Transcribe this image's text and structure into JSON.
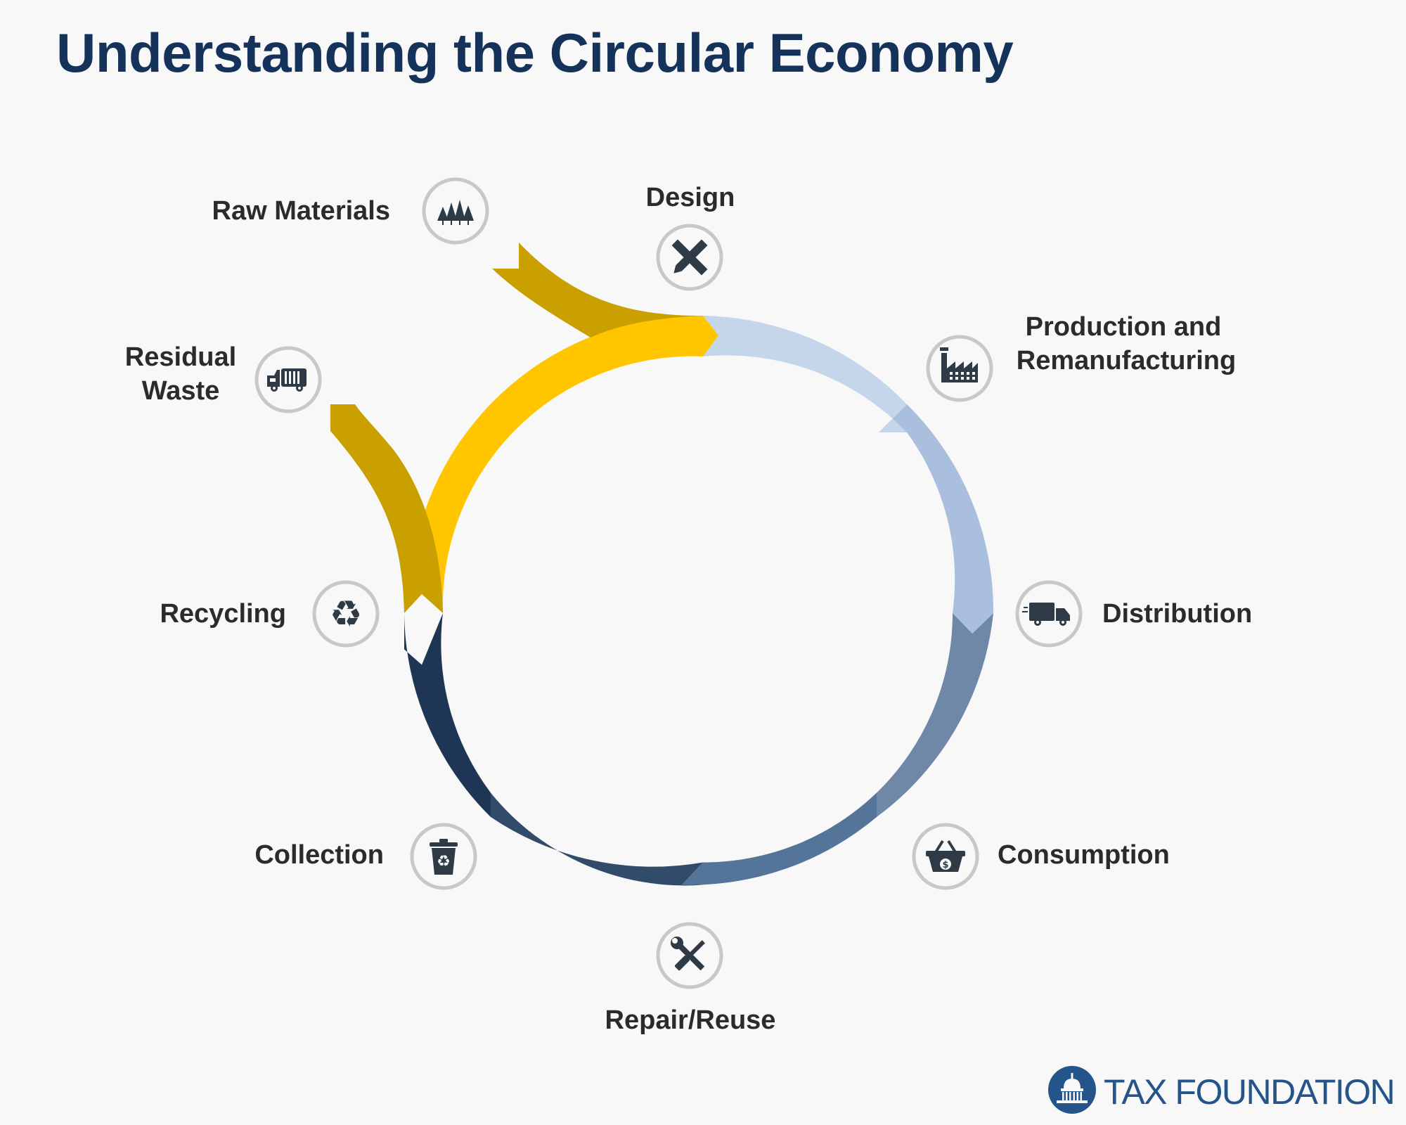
{
  "title": "Understanding the Circular Economy",
  "stages": {
    "raw_materials": "Raw Materials",
    "design": "Design",
    "production_line1": "Production and",
    "production_line2": "Remanufacturing",
    "distribution": "Distribution",
    "consumption": "Consumption",
    "repair": "Repair/Reuse",
    "collection": "Collection",
    "recycling": "Recycling",
    "residual_line1": "Residual",
    "residual_line2": "Waste"
  },
  "icons": {
    "raw_materials": "trees-icon",
    "design": "pencil-ruler-icon",
    "production": "factory-icon",
    "distribution": "delivery-truck-icon",
    "consumption": "shopping-basket-icon",
    "repair": "wrench-screwdriver-icon",
    "collection": "recycle-bin-icon",
    "recycling": "recycle-icon",
    "residual_waste": "garbage-truck-icon"
  },
  "colors": {
    "title": "#14325a",
    "raw_materials_arrow": "#c9a000",
    "design_arrow": "#ffc600",
    "production_arrow": "#c5d5ea",
    "distribution_arrow": "#a9bfdd",
    "consumption_arrow": "#6f88a8",
    "repair_arrow": "#557499",
    "collection_arrow": "#324b6a",
    "recycling_arrow": "#1e3555",
    "residual_arrow": "#c9a000",
    "brand": "#245489"
  },
  "brand": {
    "name": "TAX FOUNDATION",
    "logo": "capitol-dome-logo"
  }
}
